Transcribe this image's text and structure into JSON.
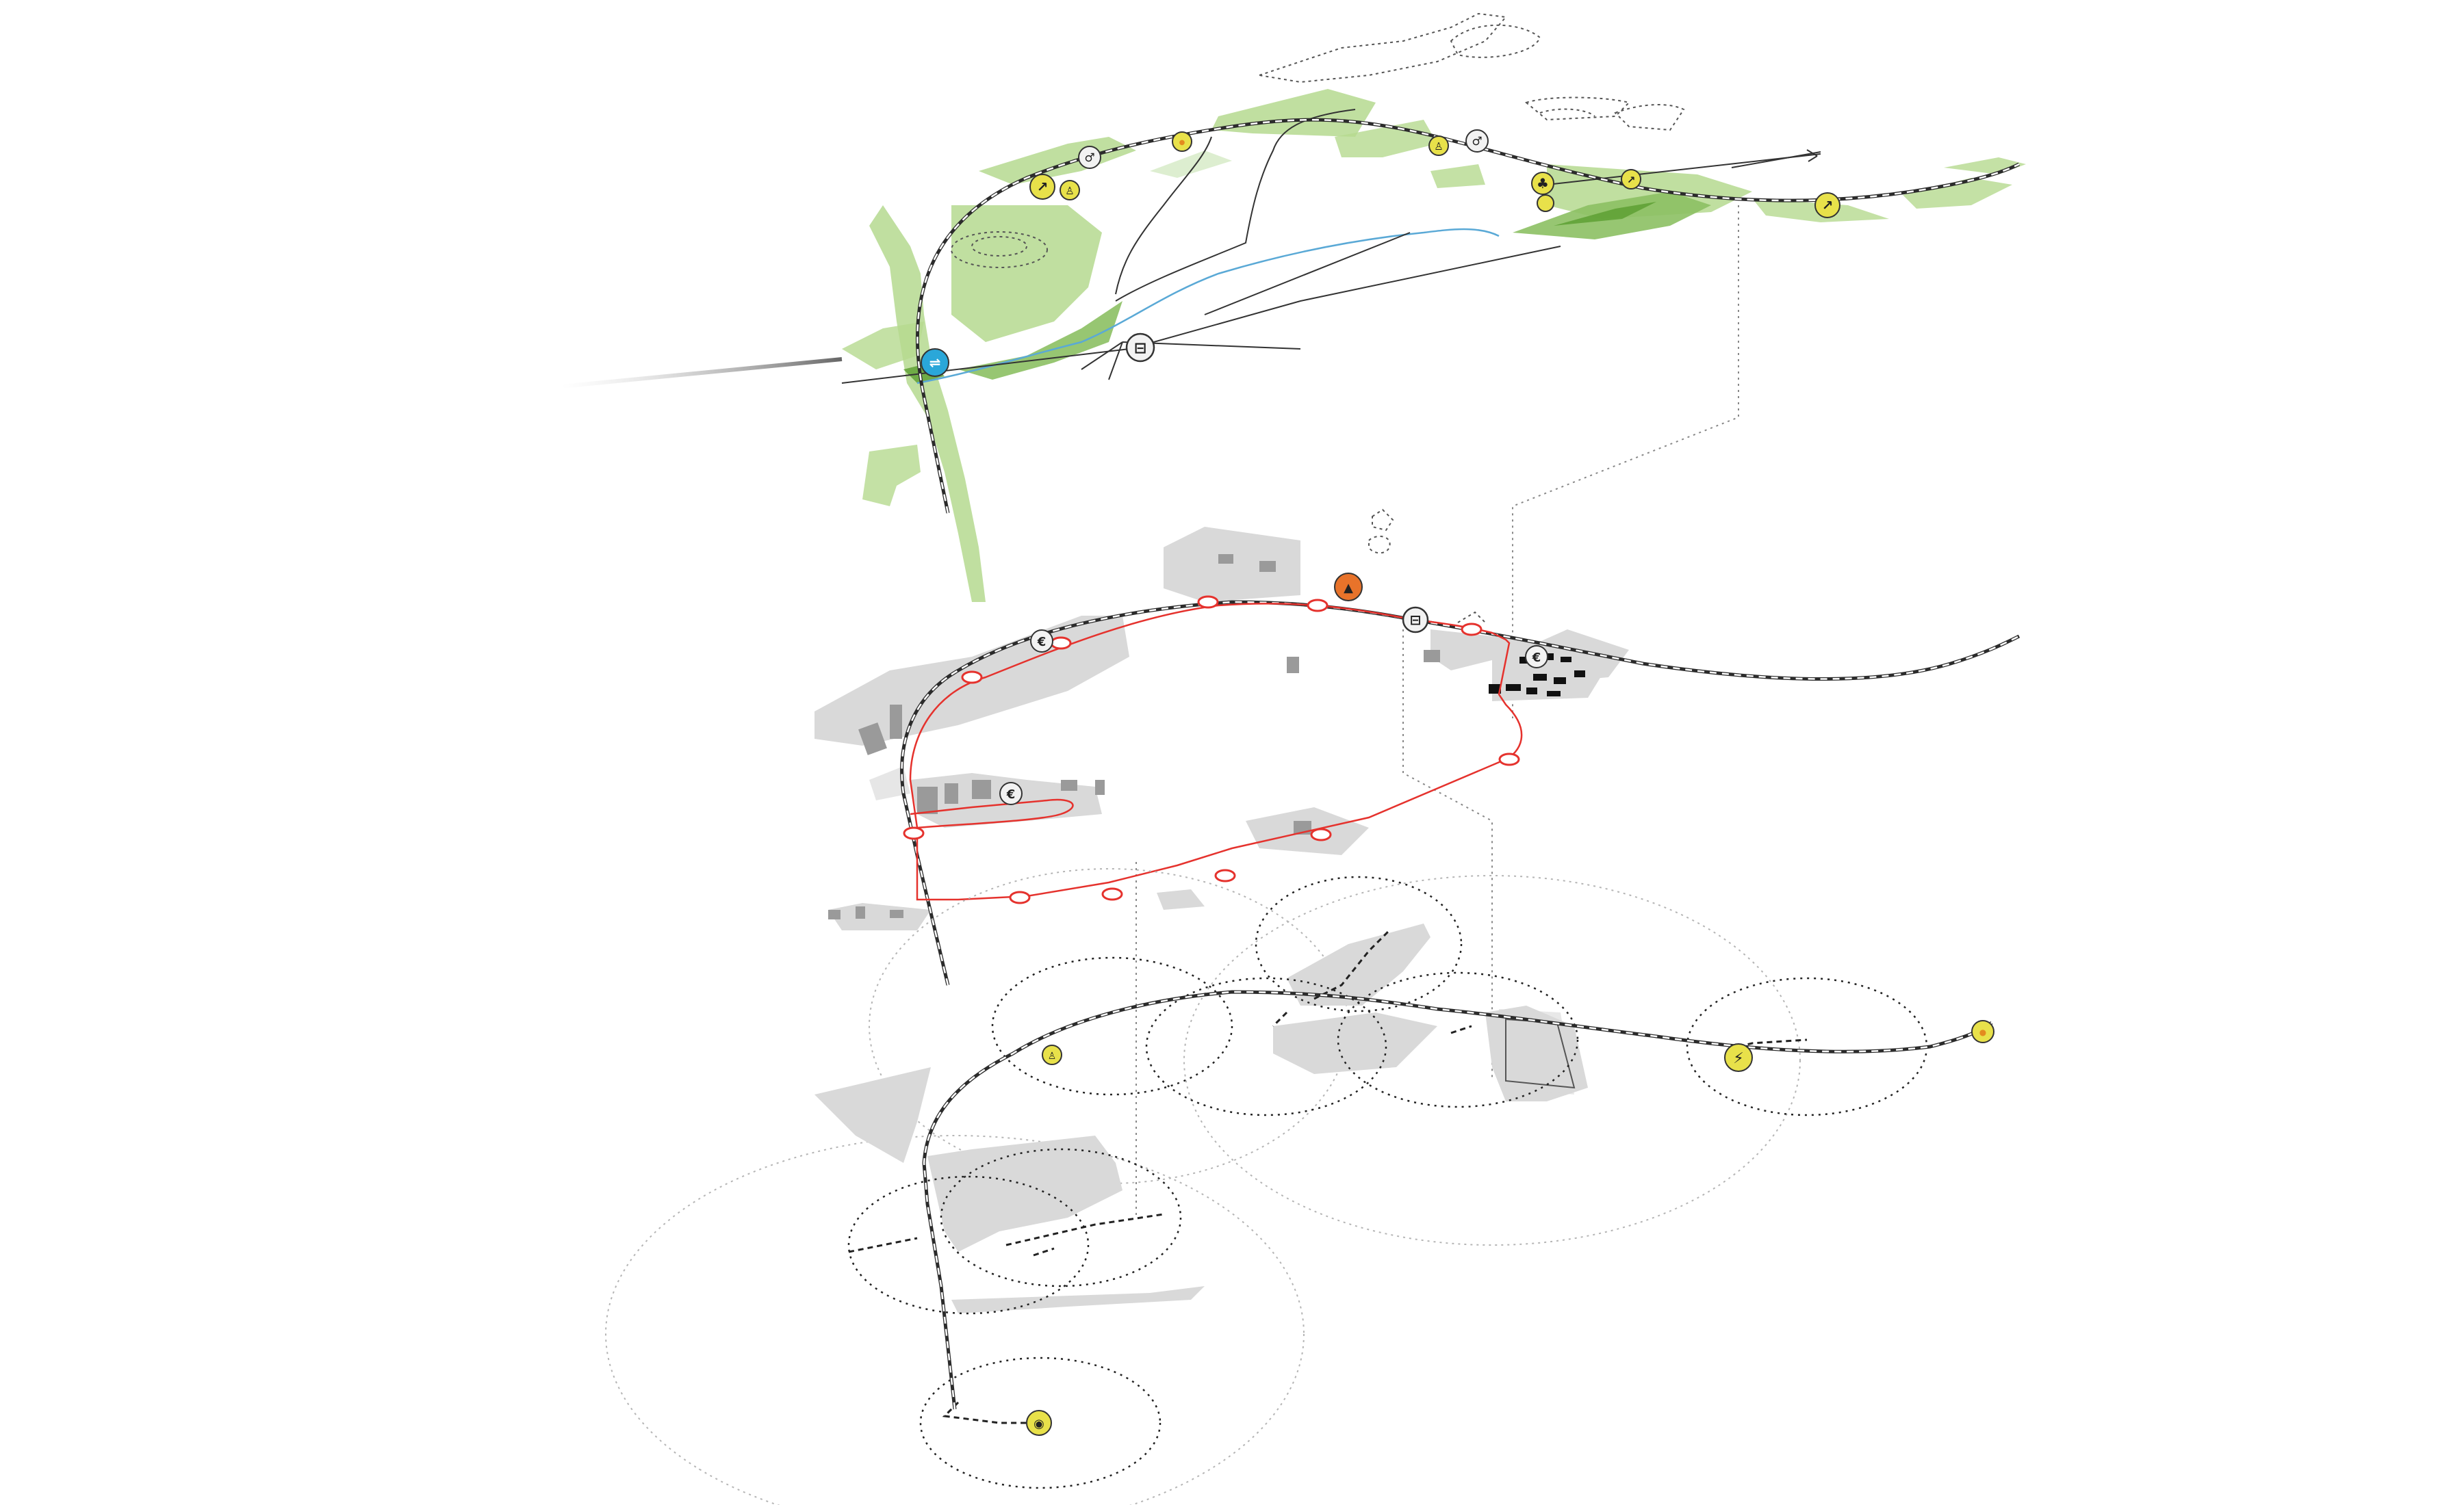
{
  "colors": {
    "background": "#ffffff",
    "green_light": "#b5d98f",
    "green_mid": "#8cc063",
    "green_dark": "#5a9e2f",
    "rail": "#2b2b2b",
    "route_red": "#e5322d",
    "urban_grey": "#d9d9d9",
    "urban_dark": "#9a9a9a",
    "water": "#5aa9d6",
    "badge_yellow": "#e8e14a",
    "badge_orange": "#e8732a",
    "badge_blue": "#2aa7d9",
    "badge_grey": "#f2f2f2",
    "dotted": "#7a7a7a"
  },
  "layers": [
    {
      "id": "landscape",
      "icons": [
        {
          "name": "bird-icon",
          "symbol": "↗",
          "style": "yellow"
        },
        {
          "name": "hiker-icon",
          "symbol": "♙",
          "style": "yellow"
        },
        {
          "name": "cyclist-icon",
          "symbol": "♂",
          "style": "grey"
        },
        {
          "name": "water-drop-icon",
          "symbol": "●",
          "style": "yellow"
        },
        {
          "name": "walker-icon",
          "symbol": "♙",
          "style": "yellow"
        },
        {
          "name": "cyclist-icon",
          "symbol": "♂",
          "style": "grey"
        },
        {
          "name": "tree-icon",
          "symbol": "♣",
          "style": "yellow"
        },
        {
          "name": "train-icon",
          "symbol": "⊟",
          "style": "grey"
        },
        {
          "name": "bird-icon",
          "symbol": "↗",
          "style": "yellow"
        },
        {
          "name": "tram-icon",
          "symbol": "⇌",
          "style": "blue"
        },
        {
          "name": "bird-icon",
          "symbol": "↗",
          "style": "yellow"
        },
        {
          "name": "train-icon",
          "symbol": "⊟",
          "style": "grey"
        }
      ]
    },
    {
      "id": "urban-route",
      "icons": [
        {
          "name": "euro-icon",
          "symbol": "€",
          "style": "grey"
        },
        {
          "name": "education-icon",
          "symbol": "▲",
          "style": "orange"
        },
        {
          "name": "train-icon",
          "symbol": "⊟",
          "style": "grey"
        },
        {
          "name": "euro-icon",
          "symbol": "€",
          "style": "grey"
        },
        {
          "name": "euro-icon",
          "symbol": "€",
          "style": "grey"
        }
      ]
    },
    {
      "id": "energy-catchment",
      "icons": [
        {
          "name": "walker-icon",
          "symbol": "♙",
          "style": "yellow"
        },
        {
          "name": "lightning-icon",
          "symbol": "⚡",
          "style": "yellow"
        },
        {
          "name": "water-drop-icon",
          "symbol": "●",
          "style": "yellow"
        },
        {
          "name": "lightbulb-icon",
          "symbol": "◉",
          "style": "yellow"
        }
      ]
    }
  ]
}
